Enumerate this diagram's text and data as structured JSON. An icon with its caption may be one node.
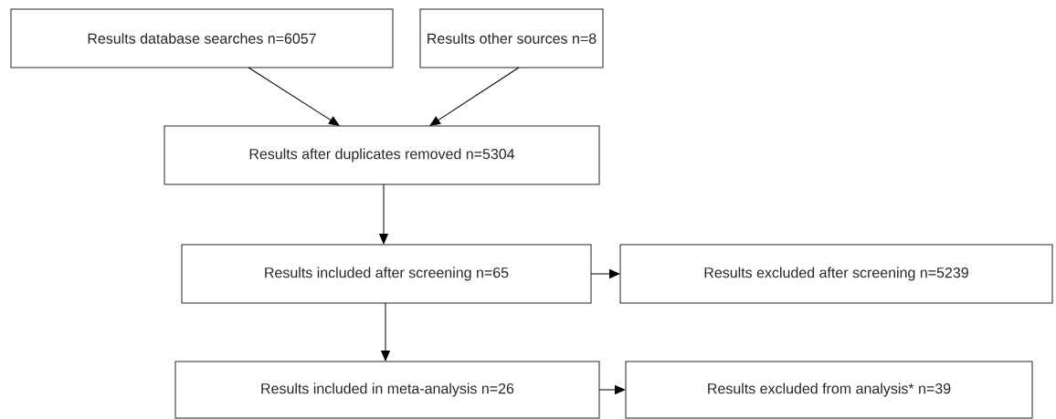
{
  "diagram": {
    "nodes": [
      {
        "text": [
          "Results database searches n=6057"
        ]
      },
      {
        "text": [
          "Results other sources n=8"
        ]
      },
      {
        "text": [
          "Results after duplicates removed n=5304"
        ]
      },
      {
        "text": [
          "Results included after screening n=65"
        ]
      },
      {
        "text": [
          "Results excluded after screening n=5239"
        ]
      },
      {
        "text": [
          "Results included in meta-analysis n=26"
        ]
      },
      {
        "text": [
          "Results excluded from analysis* n=39"
        ]
      }
    ],
    "edges": [
      {
        "from": 0,
        "to": 2,
        "arrow": "to"
      },
      {
        "from": 1,
        "to": 2,
        "arrow": "to"
      },
      {
        "from": 2,
        "to": 3,
        "arrow": "to"
      },
      {
        "from": 3,
        "to": 4,
        "arrow": "to"
      },
      {
        "from": 3,
        "to": 5,
        "arrow": "to"
      },
      {
        "from": 5,
        "to": 6,
        "arrow": "to"
      }
    ]
  }
}
